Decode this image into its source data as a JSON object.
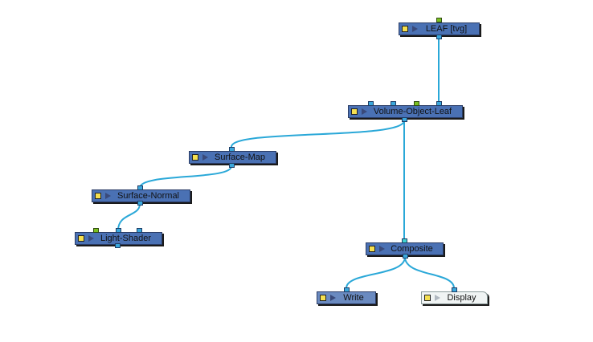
{
  "canvas": {
    "background": "#ffffff",
    "wire_color": "#2aa8d8"
  },
  "nodes": [
    {
      "id": "leaf",
      "label": "LEAF  [tvg]",
      "style": "normal"
    },
    {
      "id": "volume",
      "label": "Volume-Object-Leaf",
      "style": "normal"
    },
    {
      "id": "surfmap",
      "label": "Surface-Map",
      "style": "normal"
    },
    {
      "id": "surfnorm",
      "label": "Surface-Normal",
      "style": "normal"
    },
    {
      "id": "lightshader",
      "label": "Light-Shader",
      "style": "normal"
    },
    {
      "id": "composite",
      "label": "Composite",
      "style": "normal"
    },
    {
      "id": "write",
      "label": "Write",
      "style": "write"
    },
    {
      "id": "display",
      "label": "Display",
      "style": "display"
    }
  ],
  "connections": [
    {
      "from": "leaf",
      "to": "volume"
    },
    {
      "from": "volume",
      "to": "surfmap"
    },
    {
      "from": "surfmap",
      "to": "surfnorm"
    },
    {
      "from": "surfnorm",
      "to": "lightshader"
    },
    {
      "from": "volume",
      "to": "composite"
    },
    {
      "from": "composite",
      "to": "write"
    },
    {
      "from": "composite",
      "to": "display"
    }
  ]
}
